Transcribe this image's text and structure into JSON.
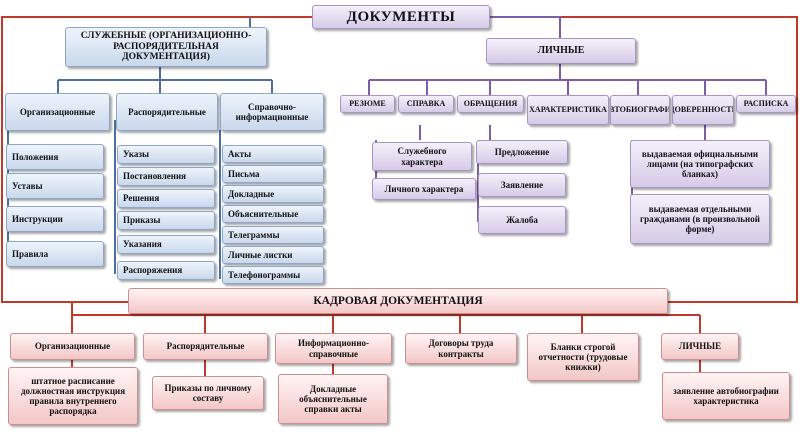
{
  "title": "ДОКУМЕНТЫ",
  "service": {
    "label": "СЛУЖЕБНЫЕ (ОРГАНИЗАЦИОННО-РАСПОРЯДИТЕЛЬНАЯ ДОКУМЕНТАЦИЯ)",
    "org": {
      "label": "Организационные",
      "items": [
        "Положения",
        "Уставы",
        "Инструкции",
        "Правила"
      ]
    },
    "dist": {
      "label": "Распорядительные",
      "items": [
        "Указы",
        "Постановления",
        "Решения",
        "Приказы",
        "Указания",
        "Распоряжения"
      ]
    },
    "info": {
      "label": "Справочно-информационные",
      "items": [
        "Акты",
        "Письма",
        "Докладные",
        "Объяснительные",
        "Телеграммы",
        "Личные листки",
        "Телефонограммы"
      ]
    }
  },
  "personal": {
    "label": "ЛИЧНЫЕ",
    "types": [
      "РЕЗЮМЕ",
      "СПРАВКА",
      "ОБРАЩЕНИЯ",
      "ХАРАКТЕРИСТИКА",
      "АВТОБИОГРАФИЯ",
      "ДОВЕРЕННОСТЬ",
      "РАСПИСКА"
    ],
    "spravka": [
      "Служебного характера",
      "Личного характера"
    ],
    "obrasch": [
      "Предложение",
      "Заявление",
      "Жалоба"
    ],
    "dover": [
      "выдаваемая официальными лицами (на типографских бланках)",
      "выдаваемая отдельными гражданами (в произвольной форме)"
    ]
  },
  "hr": {
    "label": "КАДРОВАЯ ДОКУМЕНТАЦИЯ",
    "categories": [
      {
        "label": "Организационные",
        "detail": "штатное расписание должностная инструкция правила внутреннего распорядка"
      },
      {
        "label": "Распорядительные",
        "detail": "Приказы по личному составу"
      },
      {
        "label": "Информационно-справочные",
        "detail": "Докладные объяснительные справки акты"
      },
      {
        "label": "Договоры труда контракты",
        "detail": ""
      },
      {
        "label": "Бланки строгой отчетности (трудовые книжки)",
        "detail": ""
      },
      {
        "label": "ЛИЧНЫЕ",
        "detail": "заявление автобиографии характеристика"
      }
    ]
  }
}
